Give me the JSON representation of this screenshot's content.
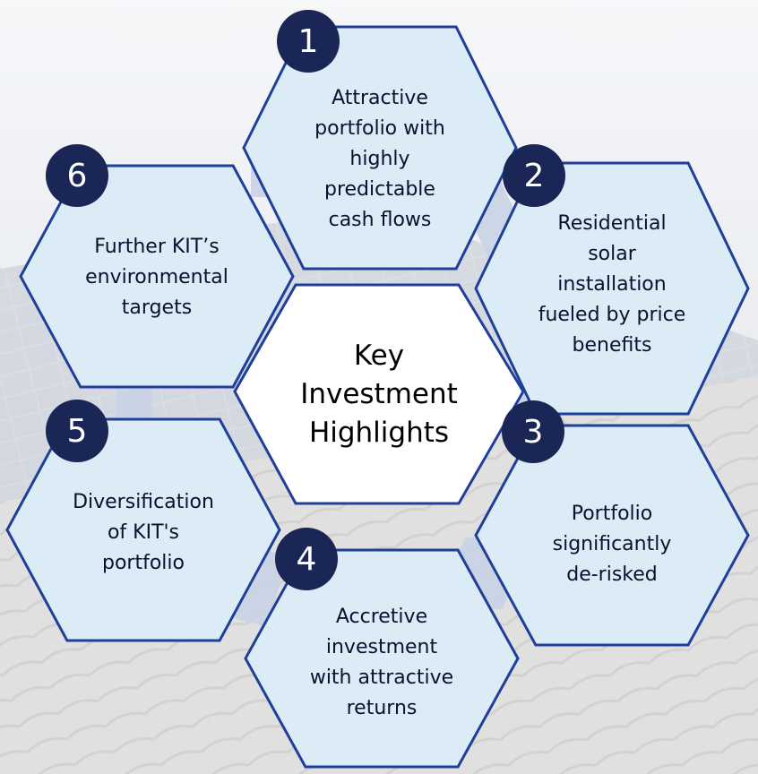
{
  "title": "Key\nInvestment\nHighlights",
  "highlights": [
    {
      "number": "1",
      "text": "Attractive\nportfolio with\nhighly\npredictable\ncash flows"
    },
    {
      "number": "2",
      "text": "Residential\nsolar\ninstallation\nfueled by price\nbenefits"
    },
    {
      "number": "3",
      "text": "Portfolio\nsignificantly\nde-risked"
    },
    {
      "number": "4",
      "text": "Accretive\ninvestment\nwith attractive\nreturns"
    },
    {
      "number": "5",
      "text": "Diversification\nof KIT's\nportfolio"
    },
    {
      "number": "6",
      "text": "Further KIT’s\nenvironmental\ntargets"
    }
  ],
  "colors": {
    "hex_fill": "#dcecf6",
    "hex_stroke": "#1f3f98",
    "badge_fill": "#1a2656",
    "connector": "#c9d3e6",
    "center_fill": "#ffffff"
  }
}
